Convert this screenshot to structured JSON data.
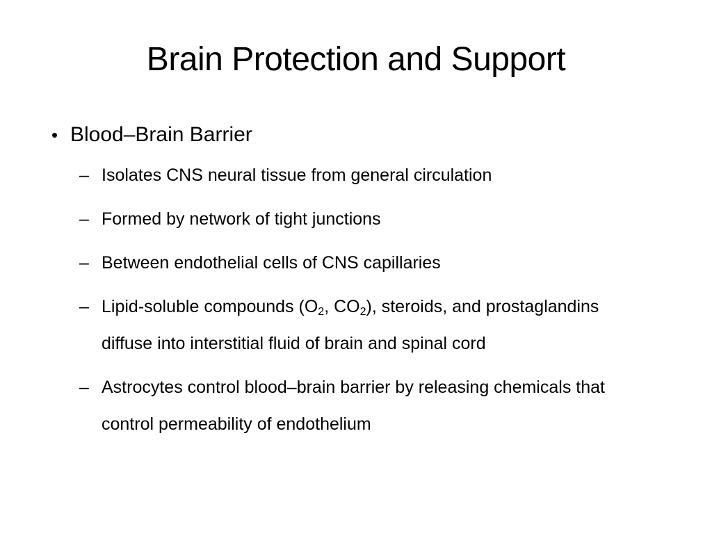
{
  "slide": {
    "title": "Brain Protection and Support",
    "bullet": {
      "marker": "•",
      "label": "Blood–Brain Barrier"
    },
    "sub_marker": "–",
    "sub_items": [
      {
        "text": "Isolates CNS neural tissue from general circulation"
      },
      {
        "text": "Formed by network of tight junctions"
      },
      {
        "text": "Between endothelial cells of CNS capillaries"
      },
      {
        "part1": "Lipid-soluble compounds (O",
        "sub1": "2",
        "part2": ", CO",
        "sub2": "2",
        "part3": "), steroids, and prostaglandins diffuse into interstitial fluid of brain and spinal cord"
      },
      {
        "text": "Astrocytes control blood–brain barrier by releasing chemicals that control permeability of endothelium"
      }
    ]
  }
}
